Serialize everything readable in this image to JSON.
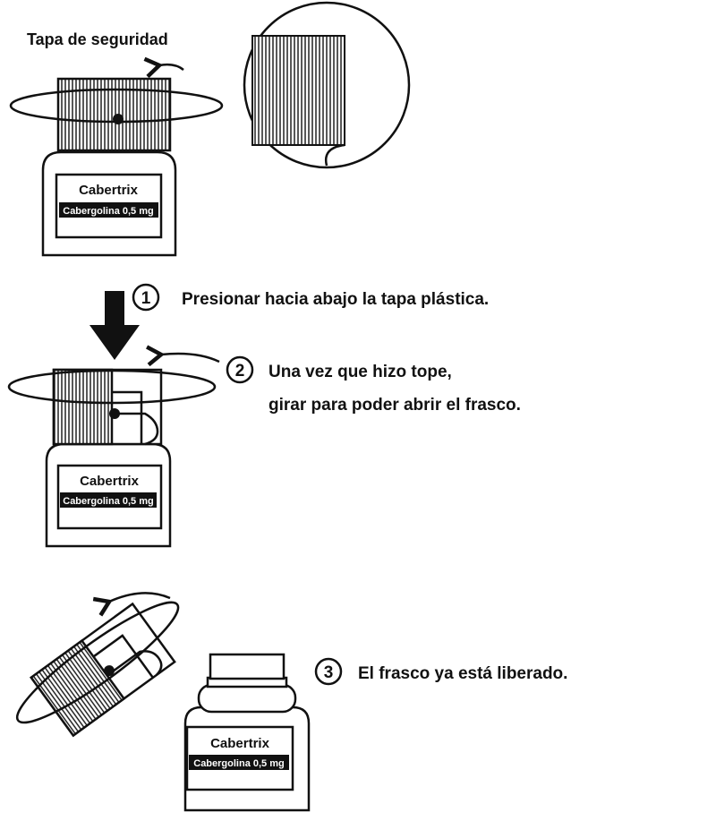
{
  "title": "Tapa de seguridad",
  "bottle_label": {
    "brand": "Cabertrix",
    "brand_mark": "·",
    "product": "Cabergolina 0,5 mg"
  },
  "steps": [
    {
      "number": "1",
      "lines": [
        "Presionar hacia abajo la tapa plástica."
      ]
    },
    {
      "number": "2",
      "lines": [
        "Una vez que hizo tope,",
        "girar para poder abrir el frasco."
      ]
    },
    {
      "number": "3",
      "lines": [
        "El frasco ya está liberado."
      ]
    }
  ]
}
